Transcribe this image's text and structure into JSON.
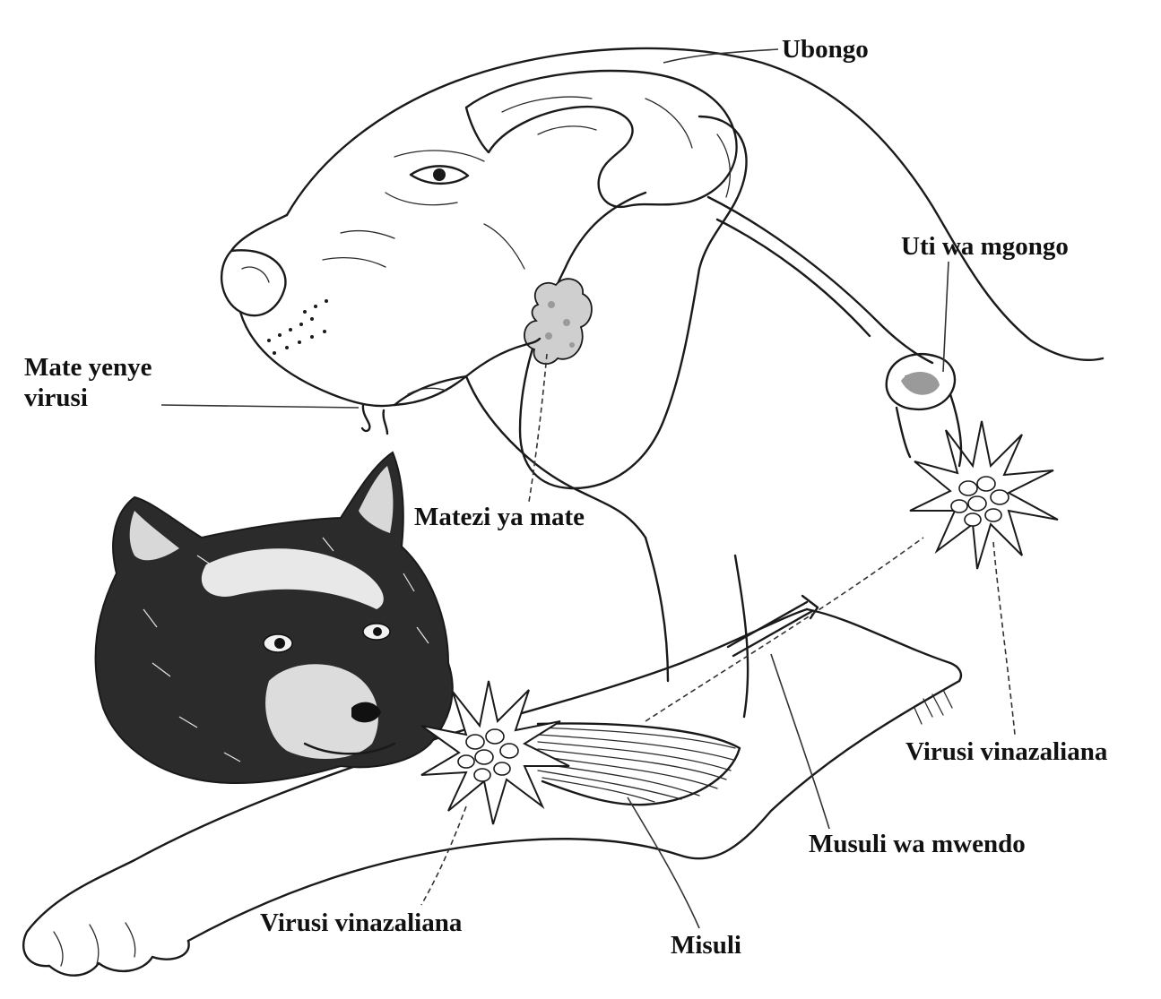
{
  "labels": {
    "ubongo": "Ubongo",
    "uti_wa_mgongo": "Uti wa mgongo",
    "mate_line1": "Mate yenye",
    "mate_line2": "virusi",
    "matezi_ya_mate": "Matezi ya mate",
    "virusi_vinazaliana_right": "Virusi vinazaliana",
    "musuli_wa_mwendo": "Musuli wa mwendo",
    "virusi_vinazaliana_left": "Virusi vinazaliana",
    "misuli": "Misuli"
  },
  "colors": {
    "ink": "#1a1a1a",
    "raccoon_fur": "#2b2b2b",
    "gland": "#cfcfcf",
    "background": "#ffffff"
  }
}
